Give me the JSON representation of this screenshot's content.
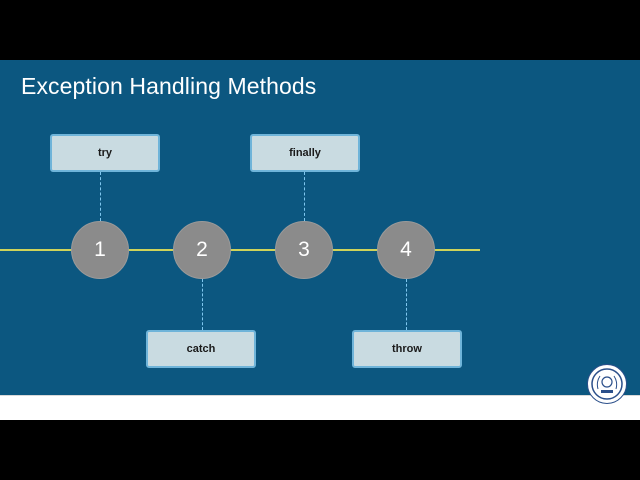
{
  "slide": {
    "title": "Exception Handling Methods"
  },
  "nodes": [
    "1",
    "2",
    "3",
    "4"
  ],
  "labels": {
    "try": "try",
    "catch": "catch",
    "finally": "finally",
    "throw": "throw"
  },
  "colors": {
    "background": "#0c5780",
    "timeline": "#cfd35a",
    "node": "#8b8b8b",
    "label_fill": "#c9dbe1",
    "label_border": "#6fb4d9"
  },
  "icons": {
    "logo": "institution-logo-icon"
  }
}
